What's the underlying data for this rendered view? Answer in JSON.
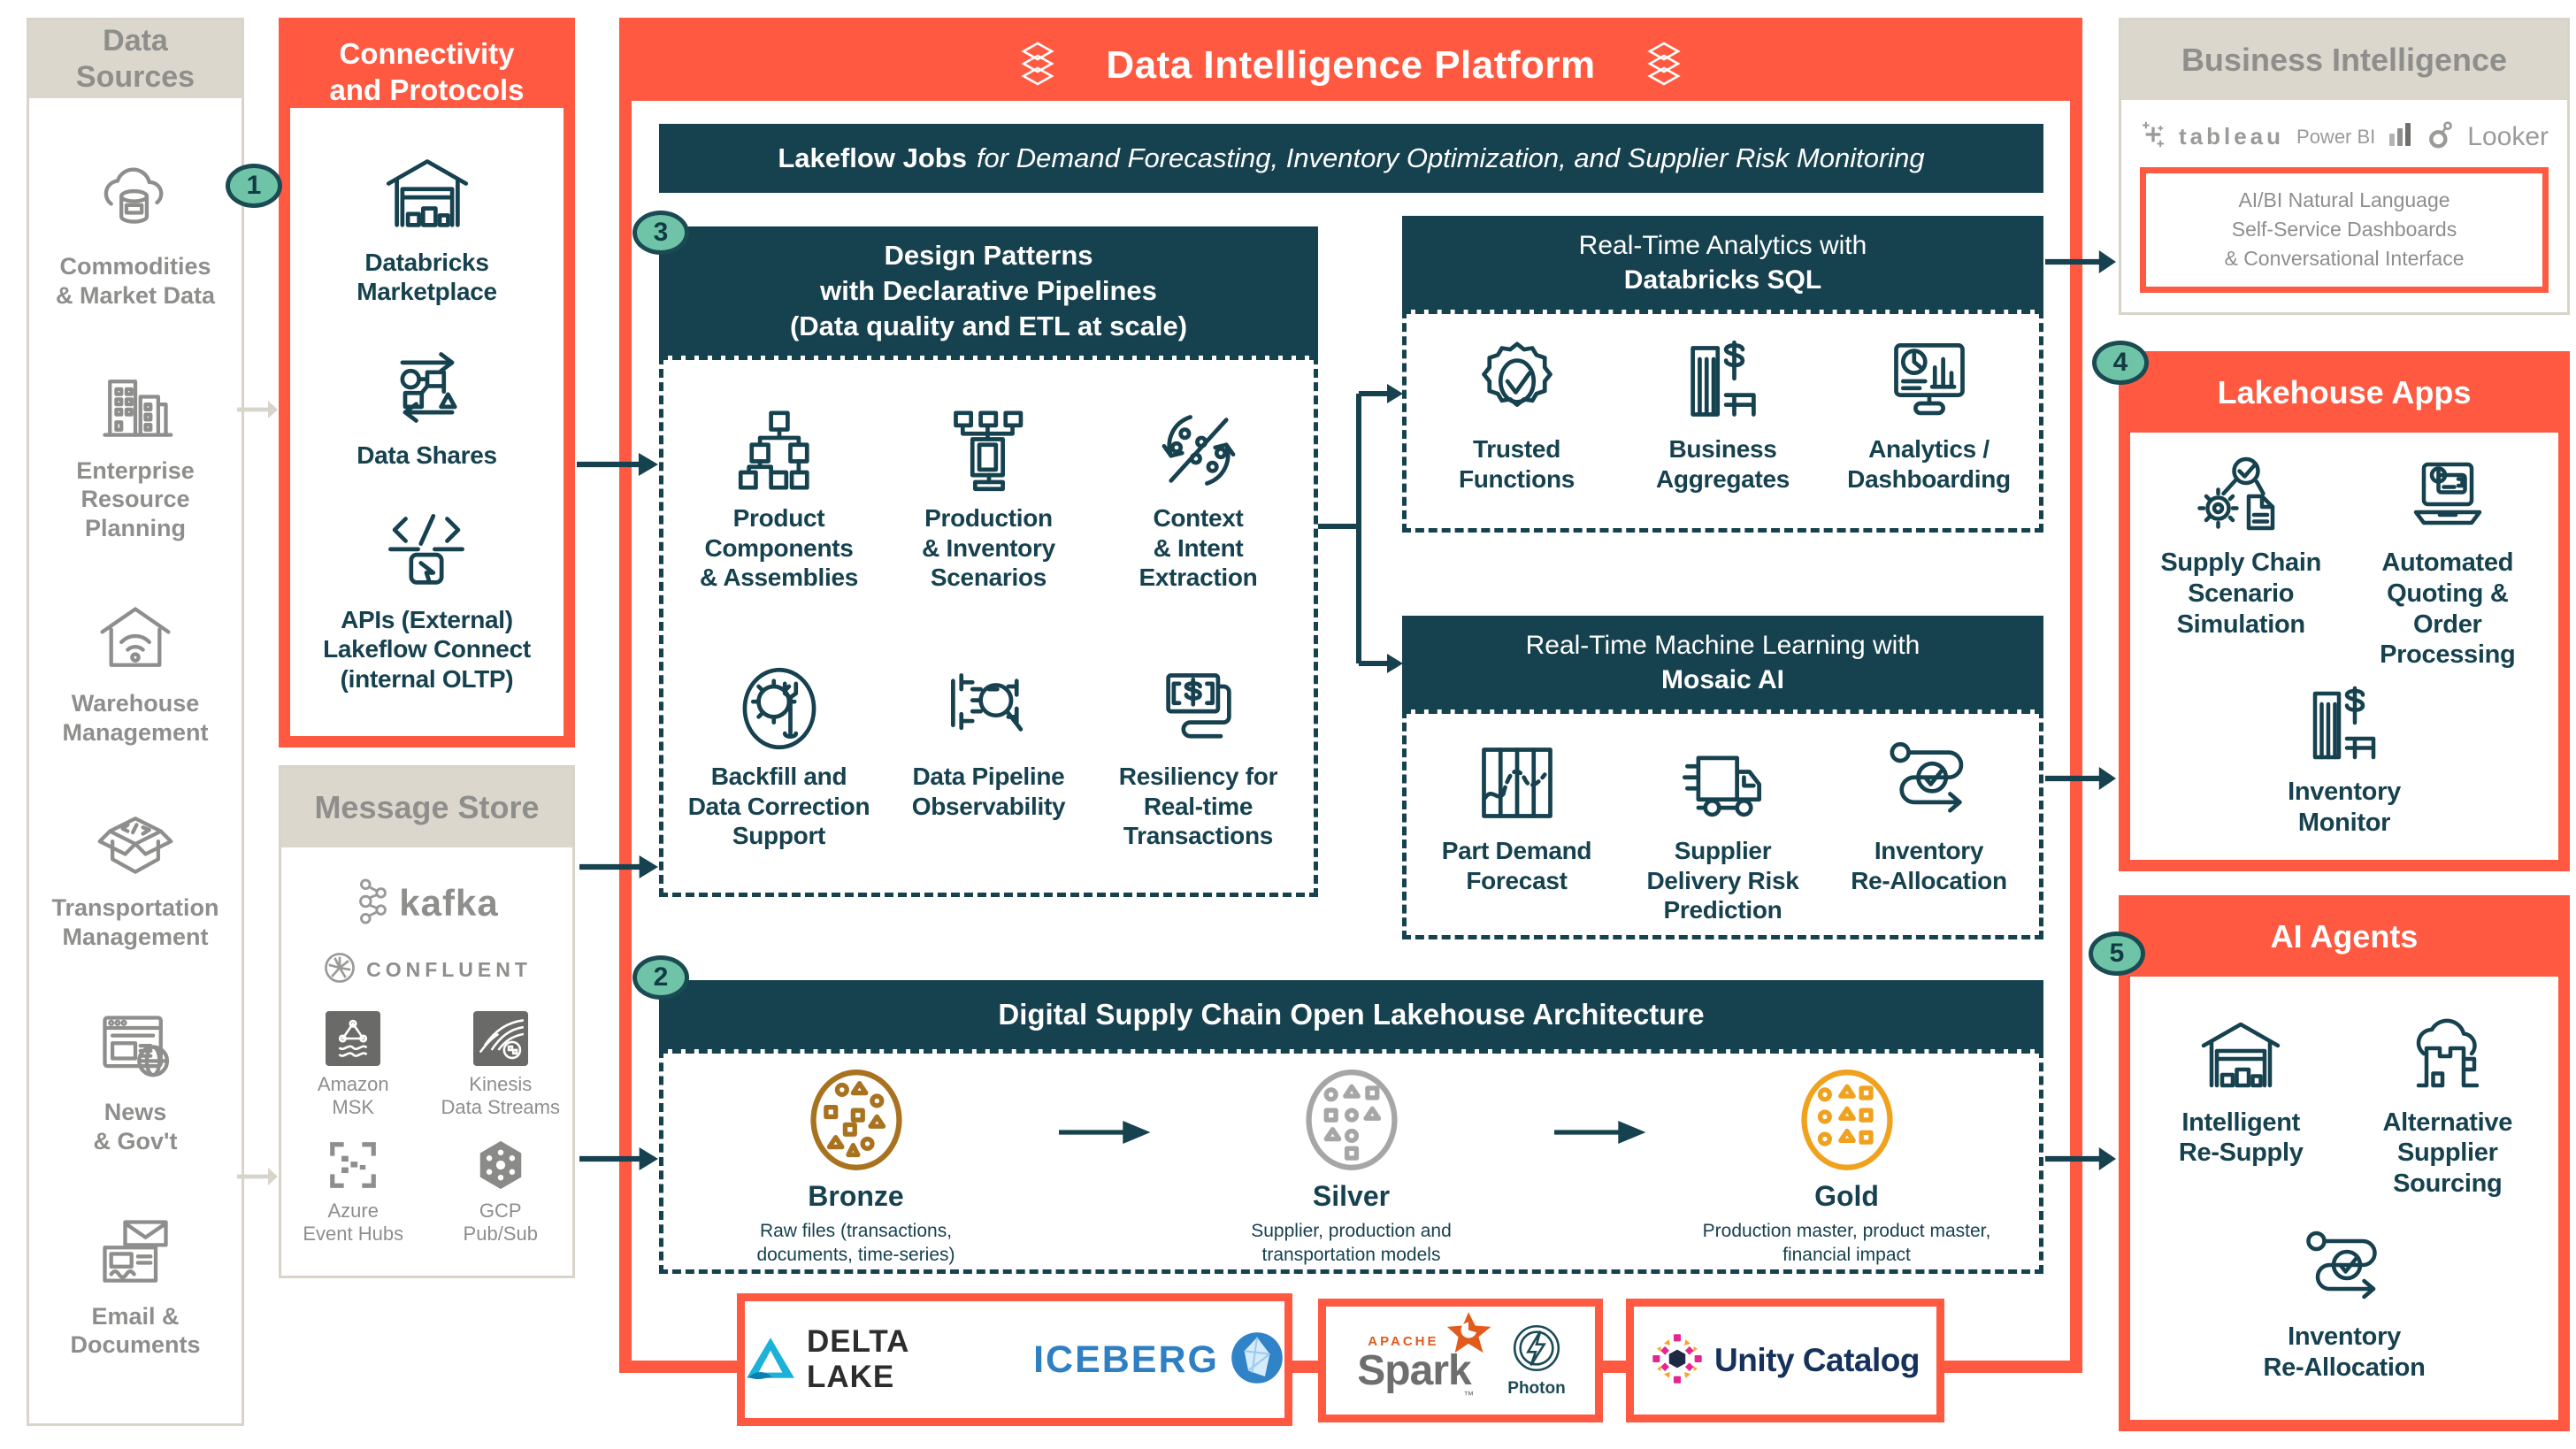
{
  "palette": {
    "accent": "#FF5A41",
    "teal": "#16414F",
    "badge_green": "#6FC4A8",
    "beige": "#DBD7CC",
    "gray_text": "#8E8E8C",
    "gray_border": "#D8D4C9",
    "bronze": "#A9721F",
    "silver": "#A6A6A6",
    "gold": "#F0A11E"
  },
  "badges": {
    "b1": "1",
    "b2": "2",
    "b3": "3",
    "b4": "4",
    "b5": "5"
  },
  "data_sources": {
    "title": "Data\nSources",
    "items": [
      {
        "icon": "cloud-database-icon",
        "label": "Commodities\n& Market Data"
      },
      {
        "icon": "buildings-icon",
        "label": "Enterprise\nResource\nPlanning"
      },
      {
        "icon": "house-wifi-icon",
        "label": "Warehouse\nManagement"
      },
      {
        "icon": "open-box-icon",
        "label": "Transportation\nManagement"
      },
      {
        "icon": "browser-globe-icon",
        "label": "News\n& Gov't"
      },
      {
        "icon": "mail-document-icon",
        "label": "Email &\nDocuments"
      }
    ]
  },
  "connectivity": {
    "title": "Connectivity\nand Protocols",
    "items": [
      {
        "icon": "warehouse-icon",
        "label": "Databricks\nMarketplace"
      },
      {
        "icon": "data-shares-icon",
        "label": "Data Shares"
      },
      {
        "icon": "api-code-icon",
        "label": "APIs (External)\nLakeflow Connect\n(internal OLTP)"
      }
    ]
  },
  "message_store": {
    "title": "Message Store",
    "kafka": "kafka",
    "confluent": "CONFLUENT",
    "services": [
      {
        "icon": "amazon-msk-icon",
        "label": "Amazon\nMSK"
      },
      {
        "icon": "kinesis-icon",
        "label": "Kinesis\nData Streams"
      },
      {
        "icon": "event-hubs-icon",
        "label": "Azure\nEvent Hubs"
      },
      {
        "icon": "pubsub-icon",
        "label": "GCP\nPub/Sub"
      }
    ]
  },
  "platform": {
    "title": "Data Intelligence Platform",
    "banner": {
      "bold": "Lakeflow Jobs",
      "rest": "for Demand Forecasting, Inventory Optimization, and Supplier Risk Monitoring"
    },
    "design": {
      "title": "Design Patterns\nwith Declarative Pipelines\n(Data quality and ETL at scale)",
      "items": [
        {
          "icon": "org-chart-icon",
          "label": "Product\nComponents\n& Assemblies"
        },
        {
          "icon": "flow-tree-icon",
          "label": "Production\n& Inventory\nScenarios"
        },
        {
          "icon": "context-swirl-icon",
          "label": "Context\n& Intent\nExtraction"
        },
        {
          "icon": "gear-wrench-icon",
          "label": "Backfill and\nData Correction\nSupport"
        },
        {
          "icon": "pipeline-magnifier-icon",
          "label": "Data Pipeline\nObservability"
        },
        {
          "icon": "receipt-dollar-icon",
          "label": "Resiliency for\nReal-time\nTransactions"
        }
      ]
    },
    "analytics": {
      "title1": "Real-Time Analytics with",
      "title2": "Databricks SQL",
      "items": [
        {
          "icon": "badge-check-icon",
          "label": "Trusted\nFunctions"
        },
        {
          "icon": "building-dollar-icon",
          "label": "Business\nAggregates"
        },
        {
          "icon": "monitor-chart-icon",
          "label": "Analytics /\nDashboarding"
        }
      ]
    },
    "ml": {
      "title1": "Real-Time Machine Learning with",
      "title2": "Mosaic AI",
      "items": [
        {
          "icon": "forecast-chart-icon",
          "label": "Part Demand\nForecast"
        },
        {
          "icon": "truck-icon",
          "label": "Supplier\nDelivery Risk\nPrediction"
        },
        {
          "icon": "s-path-check-icon",
          "label": "Inventory\nRe-Allocation"
        }
      ]
    },
    "lakehouse": {
      "title": "Digital Supply Chain Open Lakehouse Architecture",
      "tiers": [
        {
          "icon": "medallion-bronze-icon",
          "label": "Bronze",
          "sub": "Raw files (transactions,\ndocuments, time-series)",
          "color": "#A9721F"
        },
        {
          "icon": "medallion-silver-icon",
          "label": "Silver",
          "sub": "Supplier, production and\ntransportation models",
          "color": "#A6A6A6"
        },
        {
          "icon": "medallion-gold-icon",
          "label": "Gold",
          "sub": "Production master, product master,\nfinancial impact",
          "color": "#F0A11E"
        }
      ]
    },
    "logos": {
      "delta": "DELTA LAKE",
      "iceberg": "ICEBERG",
      "apache": "APACHE",
      "spark": "Spark",
      "spark_tm": "™",
      "photon": "Photon",
      "unity": "Unity Catalog"
    }
  },
  "bi": {
    "title": "Business Intelligence",
    "tableau": "tableau",
    "powerbi": "Power BI",
    "looker": "Looker",
    "callout": "AI/BI Natural Language\nSelf-Service Dashboards\n& Conversational Interface"
  },
  "apps": {
    "title": "Lakehouse Apps",
    "items": [
      {
        "icon": "scenario-sim-icon",
        "label": "Supply Chain\nScenario\nSimulation"
      },
      {
        "icon": "laptop-order-icon",
        "label": "Automated\nQuoting & Order\nProcessing"
      },
      {
        "icon": "building-dollar-icon",
        "label": "Inventory\nMonitor"
      }
    ]
  },
  "agents": {
    "title": "AI Agents",
    "items": [
      {
        "icon": "warehouse-icon",
        "label": "Intelligent\nRe-Supply"
      },
      {
        "icon": "cloud-factory-icon",
        "label": "Alternative\nSupplier\nSourcing"
      },
      {
        "icon": "s-path-check-icon",
        "label": "Inventory\nRe-Allocation"
      }
    ]
  }
}
